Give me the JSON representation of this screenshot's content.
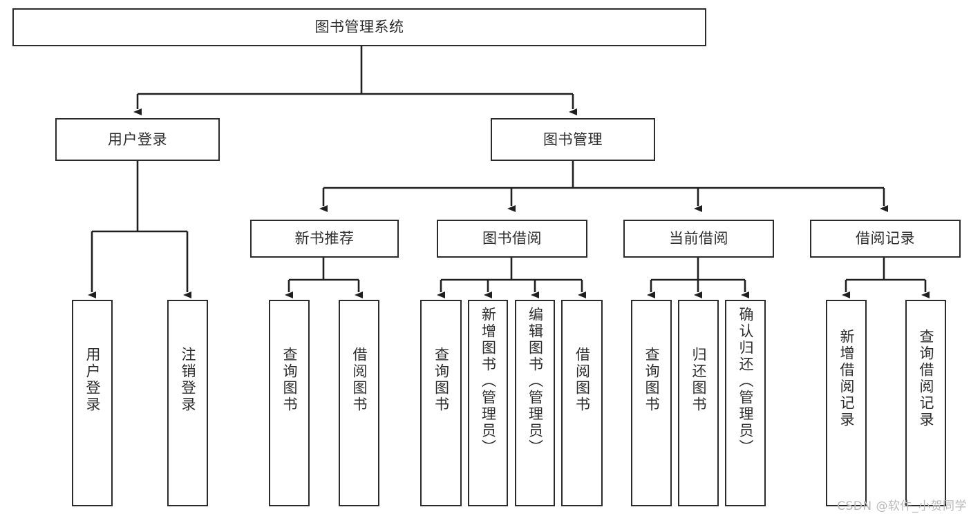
{
  "diagram": {
    "type": "hierarchy-tree",
    "title": "图书管理系统",
    "watermark": "CSDN @软件_小贺同学",
    "colors": {
      "box_border": "#2b2b2b",
      "box_fill": "#ffffff",
      "text": "#2d2d2d",
      "connector": "#1f1f1f",
      "watermark": "#b9b9b9"
    },
    "levels": {
      "root": "图书管理系统",
      "level2": [
        "用户登录",
        "图书管理"
      ],
      "level3": [
        "新书推荐",
        "图书借阅",
        "当前借阅",
        "借阅记录"
      ]
    },
    "nodes": {
      "root": {
        "label": "图书管理系统"
      },
      "user_login": {
        "label": "用户登录"
      },
      "book_manage": {
        "label": "图书管理"
      },
      "new_book_rec": {
        "label": "新书推荐"
      },
      "book_borrow": {
        "label": "图书借阅"
      },
      "current_borrow": {
        "label": "当前借阅"
      },
      "borrow_record": {
        "label": "借阅记录"
      }
    },
    "leaves": {
      "user_login": [
        {
          "label": "用户登录"
        },
        {
          "label": "注销登录"
        }
      ],
      "new_book_rec": [
        {
          "label": "查询图书"
        },
        {
          "label": "借阅图书"
        }
      ],
      "book_borrow": [
        {
          "label": "查询图书"
        },
        {
          "label": "新增图书（管理员）"
        },
        {
          "label": "编辑图书（管理员）"
        },
        {
          "label": "借阅图书"
        }
      ],
      "current_borrow": [
        {
          "label": "查询图书"
        },
        {
          "label": "归还图书"
        },
        {
          "label": "确认归还（管理员）"
        }
      ],
      "borrow_record": [
        {
          "label": "新增借阅记录"
        },
        {
          "label": "查询借阅记录"
        }
      ]
    }
  }
}
